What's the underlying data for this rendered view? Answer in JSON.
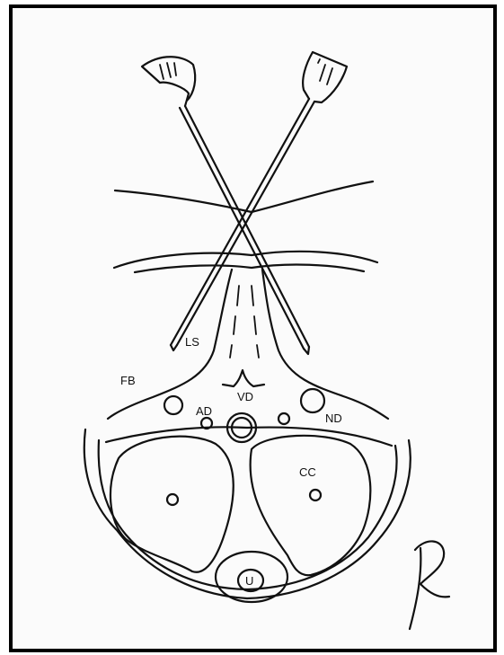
{
  "labels": {
    "ls": "LS",
    "fb": "FB",
    "vd": "VD",
    "ad": "AD",
    "nd": "ND",
    "cc": "CC",
    "u": "U"
  },
  "colors": {
    "ink": "#111111",
    "paper": "#fbfbfb",
    "frame": "#000000"
  },
  "icons": {
    "signature": "signature-mark"
  }
}
